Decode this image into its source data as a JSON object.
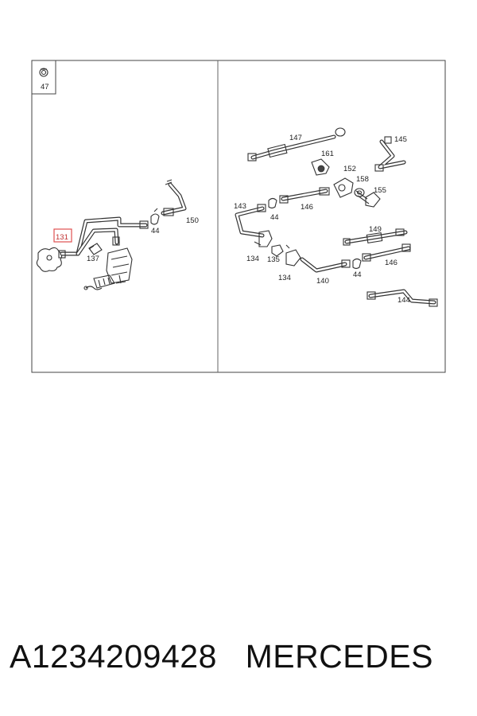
{
  "legend_box": {
    "label": "47",
    "icon": "clip-icon"
  },
  "left_panel": {
    "labels": {
      "131": "131",
      "137": "137",
      "44": "44",
      "150": "150"
    },
    "highlighted": "131",
    "highlight_color": "#e05050"
  },
  "right_panel": {
    "labels": {
      "147": "147",
      "161": "161",
      "152": "152",
      "158": "158",
      "155": "155",
      "145": "145",
      "143": "143",
      "44a": "44",
      "146a": "146",
      "149": "149",
      "146b": "146",
      "134a": "134",
      "135": "135",
      "134b": "134",
      "140": "140",
      "44b": "44",
      "144": "144"
    }
  },
  "caption": {
    "part_number": "A1234209428",
    "brand": "MERCEDES"
  }
}
